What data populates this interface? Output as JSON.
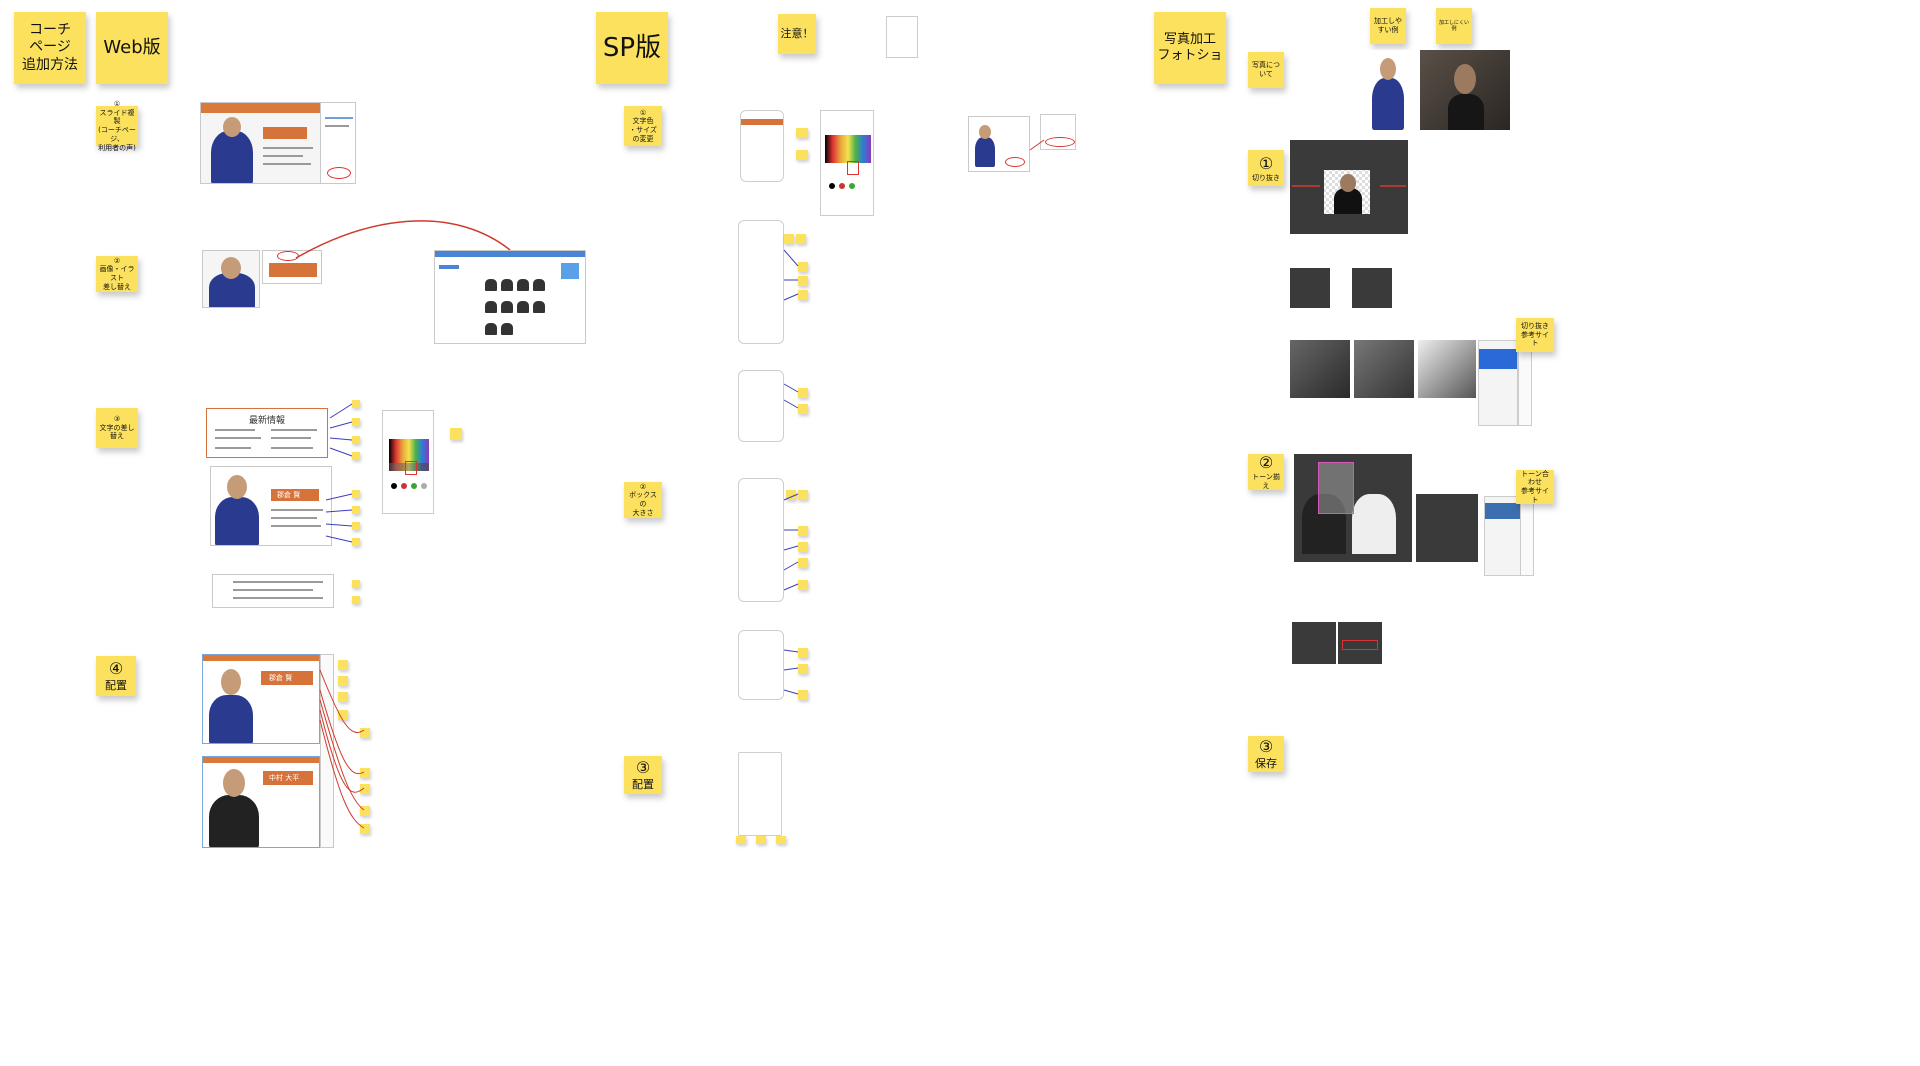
{
  "board": {
    "web": {
      "title_sticky": "コーチ\nページ\n追加方法",
      "version_sticky": "Web版",
      "steps": [
        {
          "num": "①",
          "label": "スライド複製\n(コーチページ、\n利用者の声)"
        },
        {
          "num": "②",
          "label": "画像・イラスト\n差し替え"
        },
        {
          "num": "③",
          "label": "文字の差し替え"
        },
        {
          "num": "④",
          "label": "配置"
        }
      ],
      "mock_heading": "最新情報",
      "mock_name_1": "郡倉 賢",
      "mock_name_2": "中村 大平"
    },
    "sp": {
      "version_sticky": "SP版",
      "caution_sticky": "注意！",
      "steps": [
        {
          "num": "①",
          "label": "文字色\n・サイズ\nの変更"
        },
        {
          "num": "②",
          "label": "ボックスの\n大きさ"
        },
        {
          "num": "③",
          "label": "配置"
        }
      ]
    },
    "photo": {
      "title_sticky": "写真加工\nフォトショ",
      "about_sticky": "写真について",
      "good_example": "加工しやすい例",
      "bad_example": "加工しにくい例",
      "steps": [
        {
          "num": "①",
          "label": "切り抜き"
        },
        {
          "num": "②",
          "label": "トーン揃え"
        },
        {
          "num": "③",
          "label": "保存"
        }
      ],
      "ref_crop": "切り抜き\n参考サイト",
      "ref_tone": "トーン合わせ\n参考サイト"
    }
  }
}
